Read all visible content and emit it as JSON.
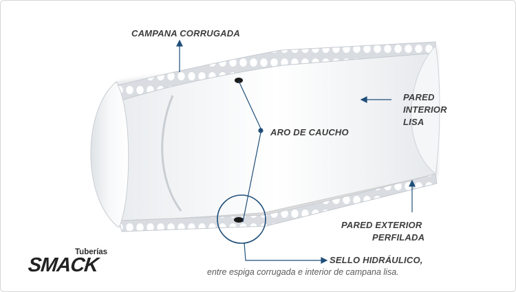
{
  "labels": {
    "campana_corrugada": "CAMPANA CORRUGADA",
    "aro_de_caucho": "ARO DE CAUCHO",
    "pared_interior": [
      "PARED",
      "INTERIOR",
      "LISA"
    ],
    "pared_exterior": [
      "PARED EXTERIOR",
      "PERFILADA"
    ],
    "sello_hidraulico": "SELLO HIDRÁULICO,",
    "sello_detalle": "entre espiga corrugada e interior de campana lisa."
  },
  "brand": {
    "small": "Tuberías",
    "big": "SMACK"
  },
  "colors": {
    "leader": "#1f4e79",
    "pipe_wall": "#eef1f4",
    "corrugation": "#ffffff",
    "gasket": "#1a1a1a",
    "text": "#3c3c3c"
  }
}
